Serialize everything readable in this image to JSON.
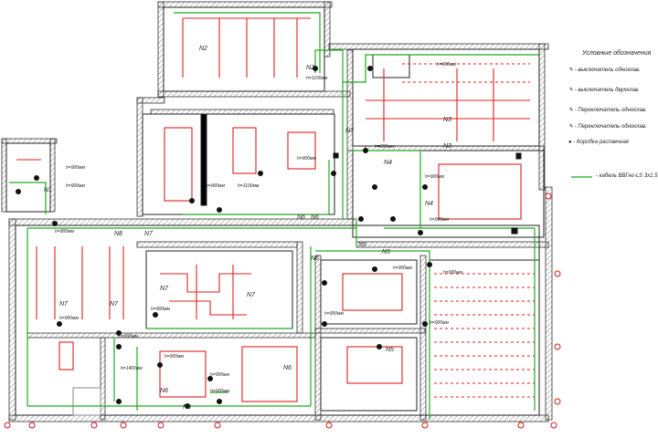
{
  "legend": {
    "title": "Условные обозначения",
    "items": [
      {
        "icon": "switch-single-icon",
        "text": "- выключатель одноклав."
      },
      {
        "icon": "switch-double-icon",
        "text": "- выключатель двухклав."
      },
      {
        "icon": "passthrough-switch-single-icon",
        "text": "- Переключатель одноклав."
      },
      {
        "icon": "passthrough-switch-double-icon",
        "text": "- Переключатель одноклав."
      },
      {
        "icon": "junction-box-icon",
        "text": "- Коробка распаечная"
      },
      {
        "icon": "cable-line-icon",
        "text": "- кабель ВВГнг-LS 3х1,5"
      }
    ]
  },
  "room_labels": [
    "N1",
    "N2",
    "N2",
    "N3",
    "N3",
    "N3",
    "N4",
    "N4",
    "N5",
    "N5",
    "N5",
    "N6",
    "N6",
    "N6",
    "N6",
    "N6",
    "N6",
    "N7",
    "N7",
    "N7",
    "N7",
    "N7",
    "N8"
  ],
  "height_labels": [
    "h=900мм",
    "h=1100мм",
    "h=1100мм",
    "h=1400мм"
  ],
  "colors": {
    "wall": "#333333",
    "lamp": "#e02020",
    "cable": "#22aa22",
    "axis": "#d01818"
  }
}
